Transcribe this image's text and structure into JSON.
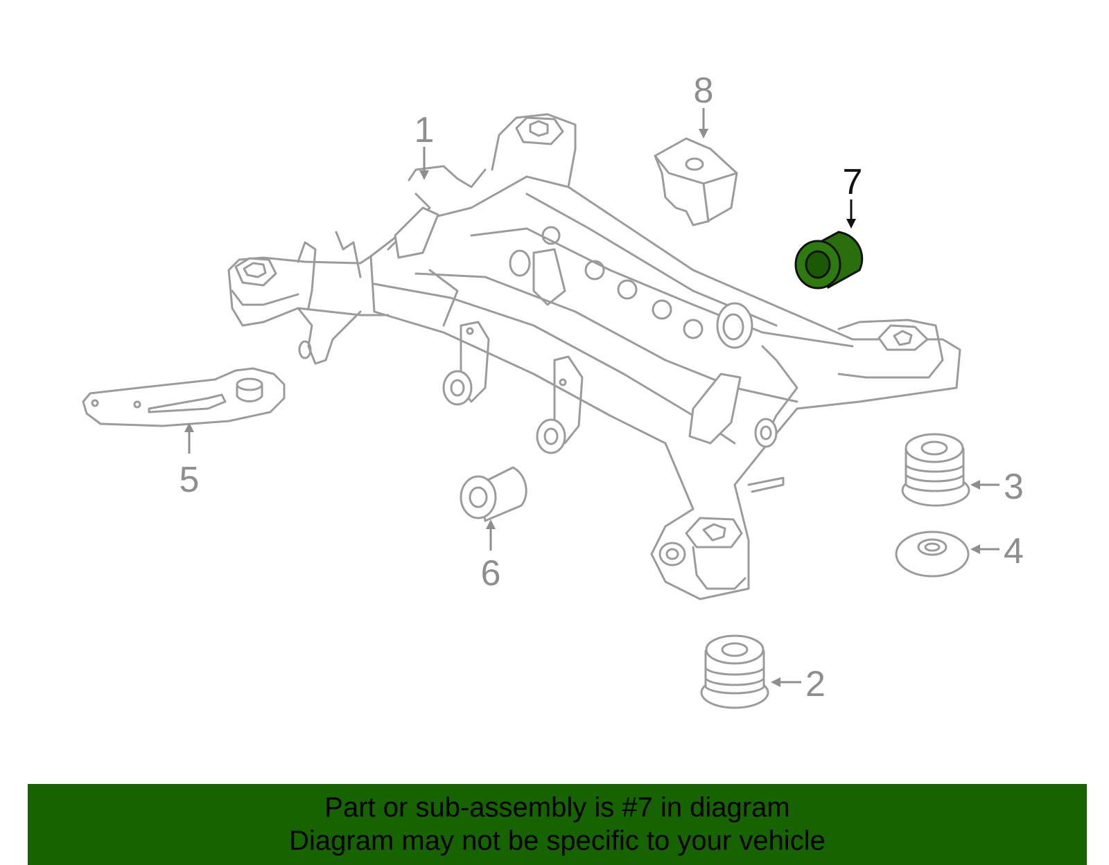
{
  "callouts": {
    "p1": "1",
    "p2": "2",
    "p3": "3",
    "p4": "4",
    "p5": "5",
    "p6": "6",
    "p7": "7",
    "p8": "8"
  },
  "highlight": {
    "part_number": "7",
    "color": "#176300"
  },
  "banner": {
    "line1": "Part or sub-assembly is #7 in diagram",
    "line2": "Diagram may not be specific to your vehicle",
    "background": "#176300"
  }
}
